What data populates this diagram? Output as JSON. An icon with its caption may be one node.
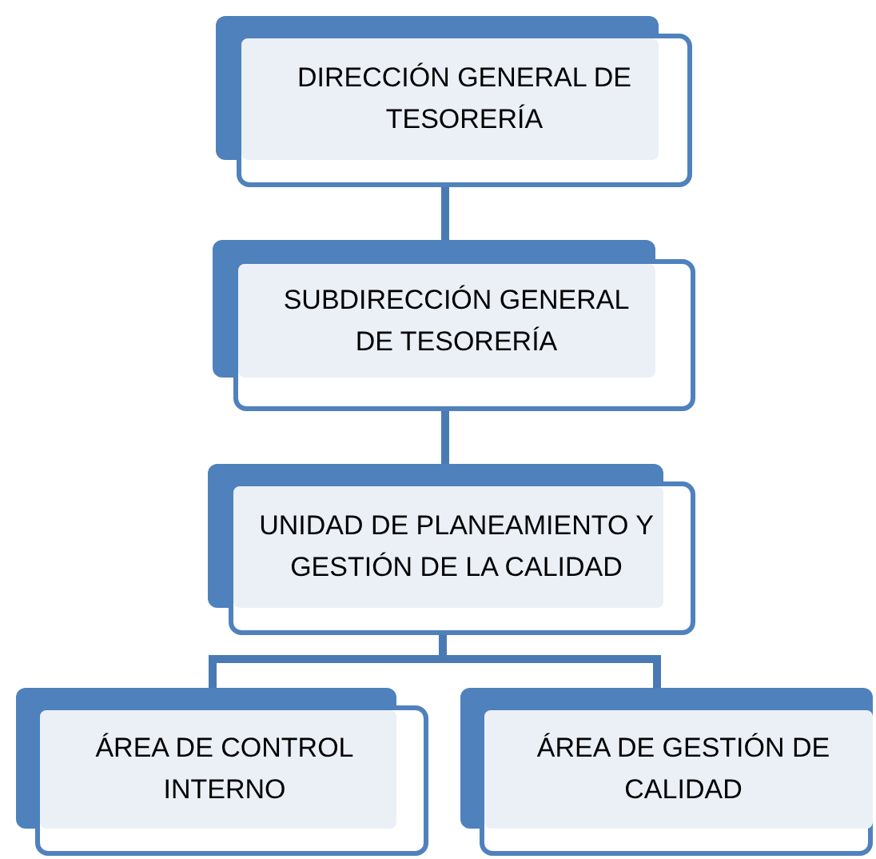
{
  "diagram": {
    "nodes": [
      {
        "text": [
          "DIRECCIÓN GENERAL DE TESORERÍA"
        ]
      },
      {
        "text": [
          "SUBDIRECCIÓN GENERAL DE TESORERÍA"
        ]
      },
      {
        "text": [
          "UNIDAD DE PLANEAMIENTO Y GESTIÓN DE LA CALIDAD"
        ]
      },
      {
        "text": [
          "ÁREA DE CONTROL INTERNO"
        ]
      },
      {
        "text": [
          "ÁREA DE GESTIÓN DE CALIDAD"
        ]
      }
    ],
    "edges": [
      {
        "from": 0,
        "to": 1,
        "arrow": "none"
      },
      {
        "from": 1,
        "to": 2,
        "arrow": "none"
      },
      {
        "from": 2,
        "to": 3,
        "arrow": "none"
      },
      {
        "from": 2,
        "to": 4,
        "arrow": "none"
      }
    ]
  }
}
